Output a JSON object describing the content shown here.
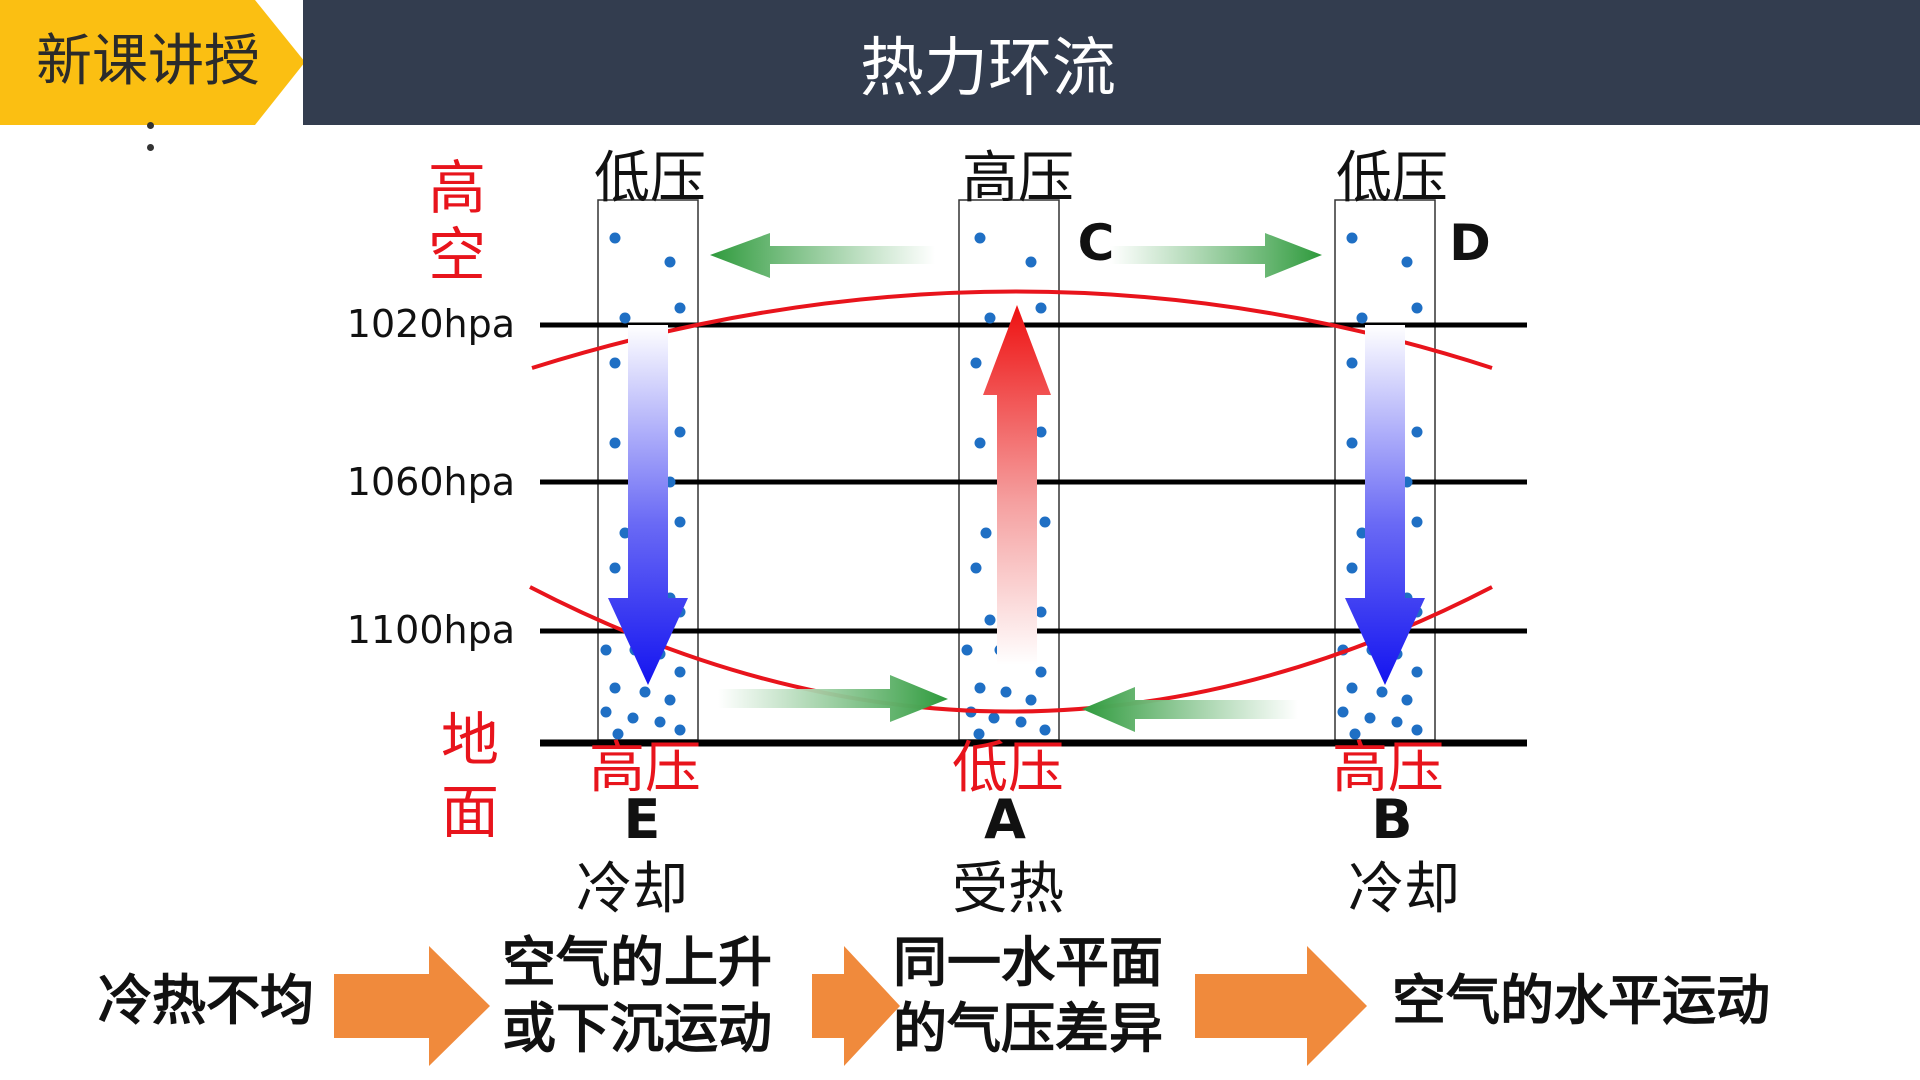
{
  "header": {
    "section_label": "新课讲授",
    "title": "热力环流"
  },
  "diagram": {
    "side_labels": {
      "upper": "高空",
      "lower": "地面"
    },
    "isobars": [
      "1020hpa",
      "1060hpa",
      "1100hpa"
    ],
    "columns": [
      {
        "key": "E",
        "top_label": "低压",
        "corner_letter": "",
        "bottom_label": "高压",
        "ground_letter": "E",
        "condition": "冷却",
        "vertical_motion": "sinking"
      },
      {
        "key": "A",
        "top_label": "高压",
        "corner_letter": "C",
        "bottom_label": "低压",
        "ground_letter": "A",
        "condition": "受热",
        "vertical_motion": "rising"
      },
      {
        "key": "B",
        "top_label": "低压",
        "corner_letter": "D",
        "bottom_label": "高压",
        "ground_letter": "B",
        "condition": "冷却",
        "vertical_motion": "sinking"
      }
    ],
    "colors": {
      "red": "#e8141c",
      "green": "#2e9a3c",
      "blue_arrow": "#2020f0",
      "dot": "#1f6fc4",
      "black_line": "#000000"
    }
  },
  "flow": {
    "step1": "冷热不均",
    "step2": [
      "空气的上升",
      "或下沉运动"
    ],
    "step3": [
      "同一水平面",
      "的气压差异"
    ],
    "step4": "空气的水平运动",
    "arrow_color": "#f08a3c"
  }
}
